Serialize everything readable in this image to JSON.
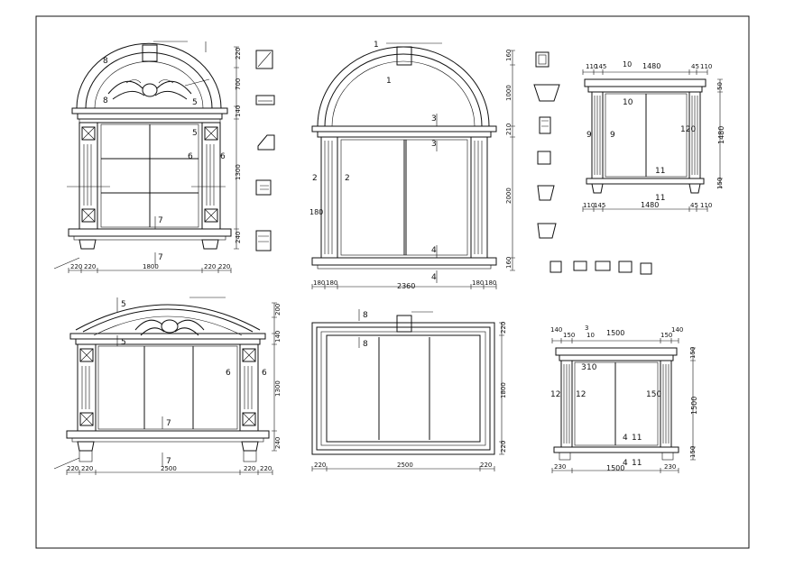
{
  "drawing": {
    "elevation_a": {
      "labels": [
        "8",
        "8",
        "5",
        "5",
        "6",
        "6",
        "7",
        "7"
      ],
      "dims_right": [
        "220",
        "700",
        "140",
        "1300",
        "240"
      ],
      "dims_bottom": [
        "220",
        "220",
        "1800",
        "220",
        "220"
      ]
    },
    "elevation_b": {
      "labels": [
        "1",
        "1",
        "2",
        "2",
        "3",
        "3",
        "4",
        "4",
        "180"
      ],
      "dims_right": [
        "160",
        "1000",
        "210",
        "2000",
        "160"
      ],
      "dims_bottom": [
        "180",
        "180",
        "2360",
        "180",
        "180"
      ]
    },
    "elevation_c": {
      "dims_top": [
        "110",
        "145",
        "10",
        "1480",
        "45",
        "110"
      ],
      "labels": [
        "9",
        "9",
        "10",
        "11",
        "11",
        "120"
      ],
      "dims_right": [
        "50",
        "1480",
        "150"
      ],
      "dims_bottom": [
        "110",
        "145",
        "1480",
        "45",
        "110"
      ]
    },
    "elevation_d": {
      "labels": [
        "5",
        "5",
        "6",
        "6",
        "7",
        "7"
      ],
      "dims_right": [
        "200",
        "140",
        "1300",
        "240"
      ],
      "dims_bottom": [
        "220",
        "220",
        "2500",
        "220",
        "220"
      ]
    },
    "elevation_e": {
      "labels": [
        "8",
        "8"
      ],
      "dims_right": [
        "220",
        "1800",
        "220"
      ],
      "dims_bottom": [
        "220",
        "2500",
        "220"
      ]
    },
    "elevation_f": {
      "dims_top": [
        "140",
        "150",
        "10",
        "3",
        "1500",
        "150",
        "140"
      ],
      "labels": [
        "3",
        "10",
        "12",
        "12",
        "150",
        "4",
        "11",
        "4",
        "11"
      ],
      "dims_right": [
        "150",
        "1500",
        "150"
      ],
      "dims_bottom": [
        "230",
        "1500",
        "230"
      ]
    }
  }
}
